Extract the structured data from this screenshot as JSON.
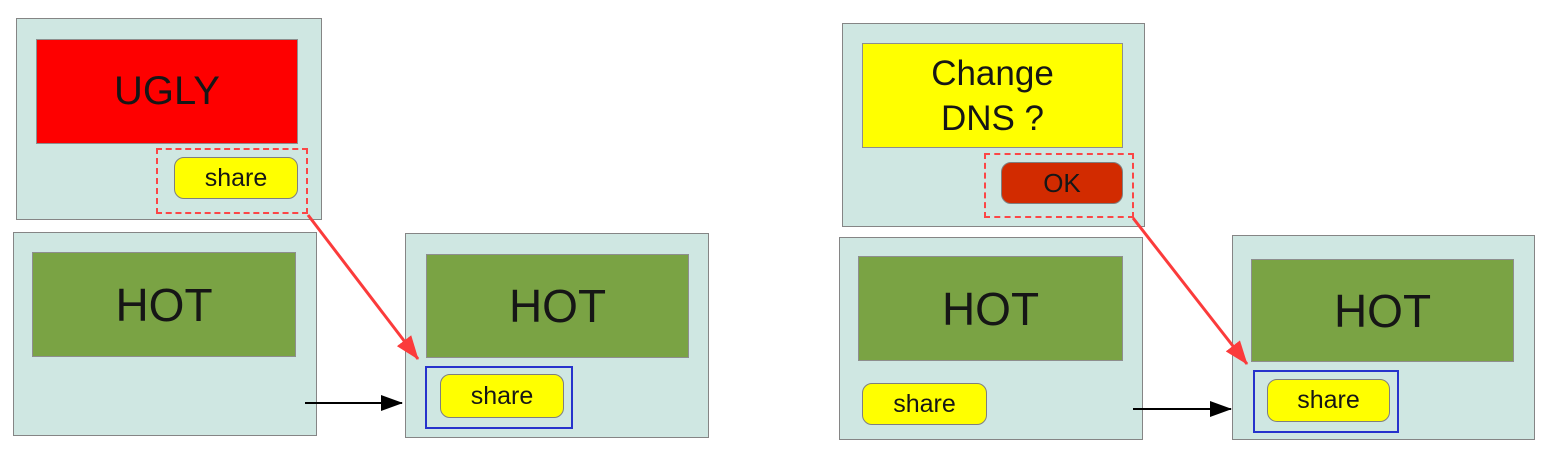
{
  "diagram": {
    "left_scenario": {
      "ugly_window": {
        "title": "UGLY",
        "share_button_label": "share"
      },
      "hot_window_source": {
        "title": "HOT"
      },
      "hot_window_target": {
        "title": "HOT",
        "share_button_label": "share"
      }
    },
    "right_scenario": {
      "dns_dialog_window": {
        "title": "Change\nDNS ?",
        "ok_button_label": "OK"
      },
      "hot_window_source": {
        "title": "HOT",
        "share_button_label": "share"
      },
      "hot_window_target": {
        "title": "HOT",
        "share_button_label": "share"
      }
    },
    "colors": {
      "panel_background": "#cfe7e2",
      "panel_border": "#858585",
      "ugly_box_red": "#fe0000",
      "hot_box_green": "#7aa344",
      "share_button_yellow": "#ffff00",
      "ok_button_red": "#d22b00",
      "dashed_highlight_red": "#fb4646",
      "focus_outline_blue": "#2633cc",
      "arrow_red": "#fb3b3b",
      "arrow_black": "#000000"
    }
  }
}
